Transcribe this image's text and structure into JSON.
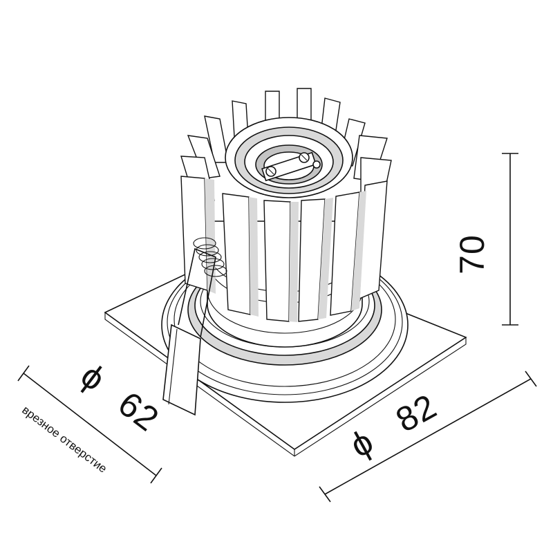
{
  "drawing": {
    "dimensions": {
      "height": {
        "value": "70"
      },
      "outer_diameter": {
        "symbol": "ϕ",
        "value": "82"
      },
      "cutout_diameter": {
        "symbol": "ϕ",
        "value": "62",
        "label": "врезное отверстие"
      }
    },
    "colors": {
      "line": "#111111",
      "background": "#ffffff",
      "shade": "#d9d9d9"
    }
  }
}
